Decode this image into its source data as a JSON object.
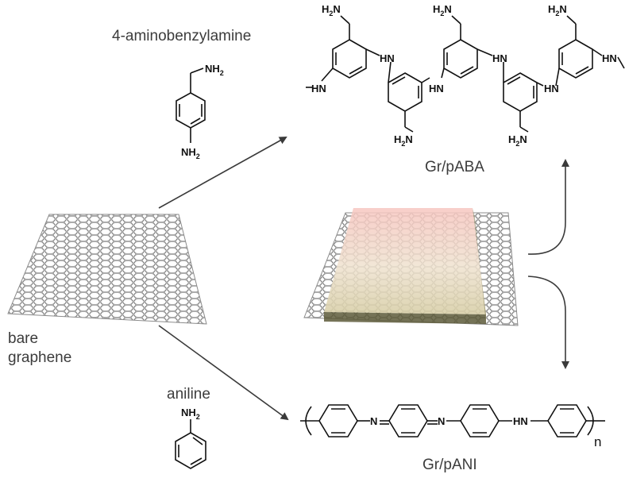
{
  "labels": {
    "monomer1": "4-aminobenzylamine",
    "monomer2": "aniline",
    "bare_line1": "bare",
    "bare_line2": "graphene",
    "product_top": "Gr/pABA",
    "product_bottom": "Gr/pANI"
  },
  "chem_text": {
    "nh2": "NH",
    "h2n": "H",
    "sub2": "2",
    "nh": "NH",
    "hn": "HN",
    "n": "N",
    "n_sub": "n"
  }
}
